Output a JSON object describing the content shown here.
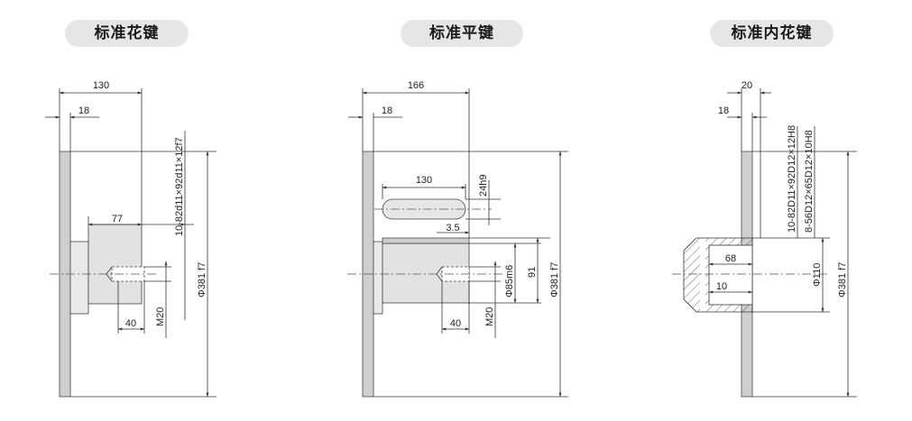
{
  "titles": {
    "left": "标准花键",
    "middle": "标准平键",
    "right": "标准内花键"
  },
  "spline": {
    "dim_total": "130",
    "dim_flange": "18",
    "dim_shaft": "77",
    "dim_thread_depth": "40",
    "thread": "M20",
    "spline_spec": "10-82d11×92d11×12f7",
    "flange_dia": "Φ381 f7"
  },
  "key": {
    "dim_total": "166",
    "dim_flange": "18",
    "dim_key_length": "130",
    "dim_key_width": "24h9",
    "dim_key_offset": "3.5",
    "dim_thread_depth": "40",
    "thread": "M20",
    "shaft_dia": "Φ85m6",
    "key_height": "91",
    "flange_dia": "Φ381 f7"
  },
  "inner": {
    "dim_hub": "20",
    "dim_flange": "18",
    "dim_bore_depth": "68",
    "dim_chamfer": "10",
    "spline_spec_1": "10-82D11×92D12×12H8",
    "spline_spec_2": "8-56D12×65D12×10H8",
    "bore_dia": "Φ110",
    "flange_dia": "Φ381 f7"
  }
}
